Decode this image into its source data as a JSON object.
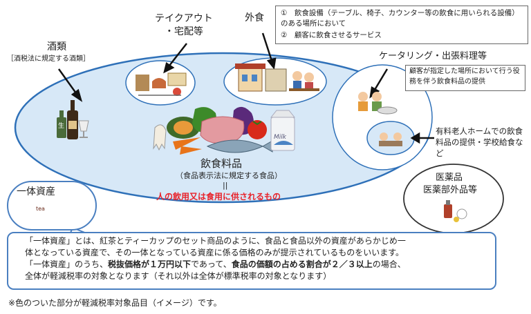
{
  "labels": {
    "alcohol": "酒類",
    "alcohol_sub": "［酒税法に規定する酒類］",
    "takeout": "テイクアウト\n・宅配等",
    "dining_out": "外食",
    "dining_conditions": [
      "①　飲食設備（テーブル、椅子、カウンター等の飲食に用いられる設備）のある場所において",
      "②　顧客に飲食させるサービス"
    ],
    "catering": "ケータリング・出張料理等",
    "catering_note": "顧客が指定した場所において行う役務を伴う飲食料品の提供",
    "nursing": "有料老人ホームでの飲食料品の提供・学校給食など",
    "food_title": "飲食料品",
    "food_sub": "（食品表示法に規定する食品）",
    "equals": "||",
    "food_def": "人の飲用又は食用に供されるもの",
    "medicine_1": "医薬品",
    "medicine_2": "医薬部外品等",
    "integrated": "一体資産",
    "milk": "Milk",
    "sake_label": "生",
    "tea_label": "tea"
  },
  "explanation": {
    "line1": "「一体資産」とは、紅茶とティーカップのセット商品のように、食品と食品以外の資産があらかじめ一",
    "line2": "体となっている資産で、その一体となっている資産に係る価格のみが提示されているものをいいます。",
    "line3a": "「一体資産」のうち、",
    "line3b": "税抜価格が１万円以下",
    "line3c": "であって、",
    "line3d": "食品の価額の占める割合が２／３以上",
    "line3e": "の場合、",
    "line4": "全体が軽減税率の対象となります（それ以外は全体が標準税率の対象となります）"
  },
  "footnote": "※色のついた部分が軽減税率対象品目（イメージ）です。",
  "colors": {
    "ellipse_fill": "#d7e8f7",
    "ellipse_stroke": "#2e70b8",
    "red": "#e8222a"
  }
}
